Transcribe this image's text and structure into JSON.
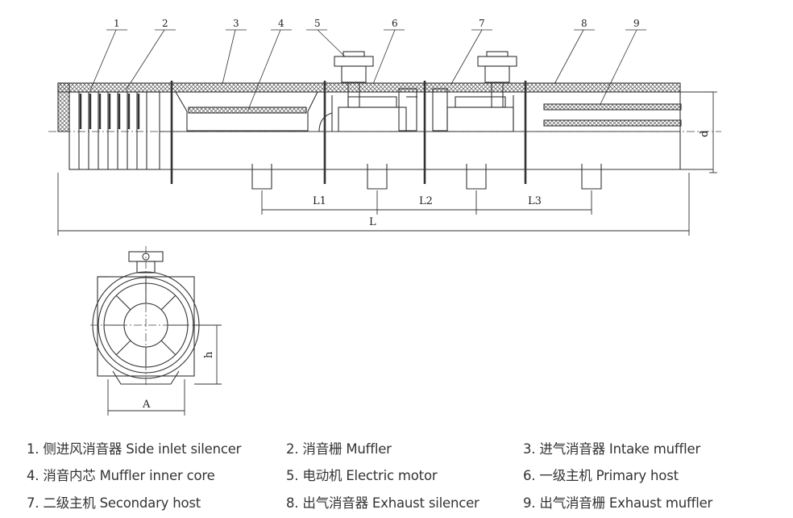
{
  "callouts": [
    "1",
    "2",
    "3",
    "4",
    "5",
    "6",
    "7",
    "8",
    "9"
  ],
  "dimensions": {
    "L1": "L1",
    "L2": "L2",
    "L3": "L3",
    "L": "L",
    "d": "d",
    "h": "h",
    "A": "A"
  },
  "legend": [
    {
      "text": "1. 侧进风消音器 Side inlet silencer"
    },
    {
      "text": "2. 消音栅 Muffler"
    },
    {
      "text": "3. 进气消音器 Intake muffler"
    },
    {
      "text": "4. 消音内芯 Muffler inner core"
    },
    {
      "text": "5. 电动机 Electric motor"
    },
    {
      "text": "6. 一级主机 Primary host"
    },
    {
      "text": "7. 二级主机 Secondary host"
    },
    {
      "text": "8. 出气消音器 Exhaust silencer"
    },
    {
      "text": "9. 出气消音栅 Exhaust muffler"
    }
  ]
}
